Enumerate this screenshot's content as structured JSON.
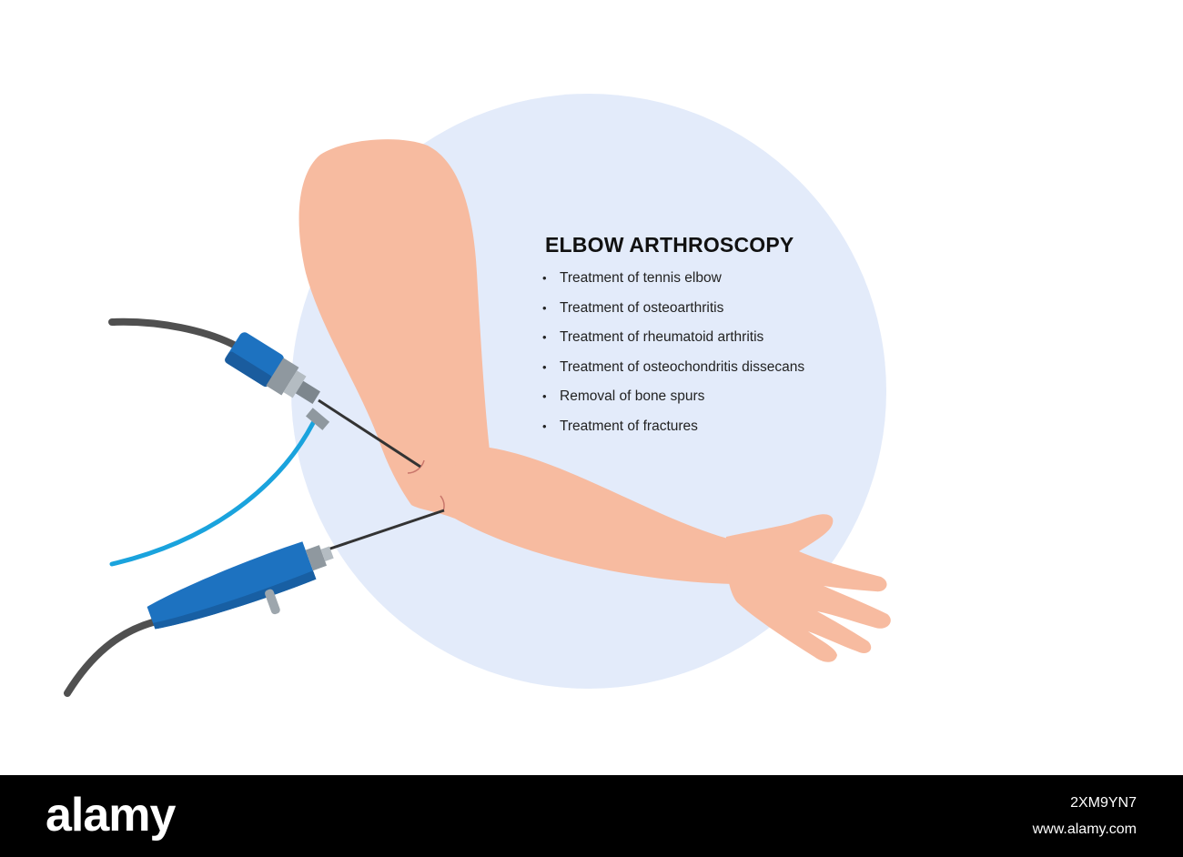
{
  "diagram": {
    "title": "ELBOW ARTHROSCOPY",
    "items": [
      "Treatment of tennis elbow",
      "Treatment of osteoarthritis",
      "Treatment of rheumatoid arthritis",
      "Treatment of osteochondritis dissecans",
      "Removal of bone spurs",
      "Treatment of fractures"
    ],
    "bullet_char": "•"
  },
  "watermark": {
    "brand": "alamy",
    "image_id": "2XM9YN7",
    "url": "www.alamy.com"
  },
  "colors": {
    "circle": "#e3ebfa",
    "skin": "#f7bba0",
    "incision": "#c9776b",
    "instrument_blue": "#1d72c0",
    "cable_gray": "#505050",
    "cable_blue": "#1aa3dd",
    "metal": "#9da6ad",
    "footer": "#000000"
  },
  "icons": [
    "arthroscope-camera-icon",
    "shaver-handpiece-icon"
  ]
}
